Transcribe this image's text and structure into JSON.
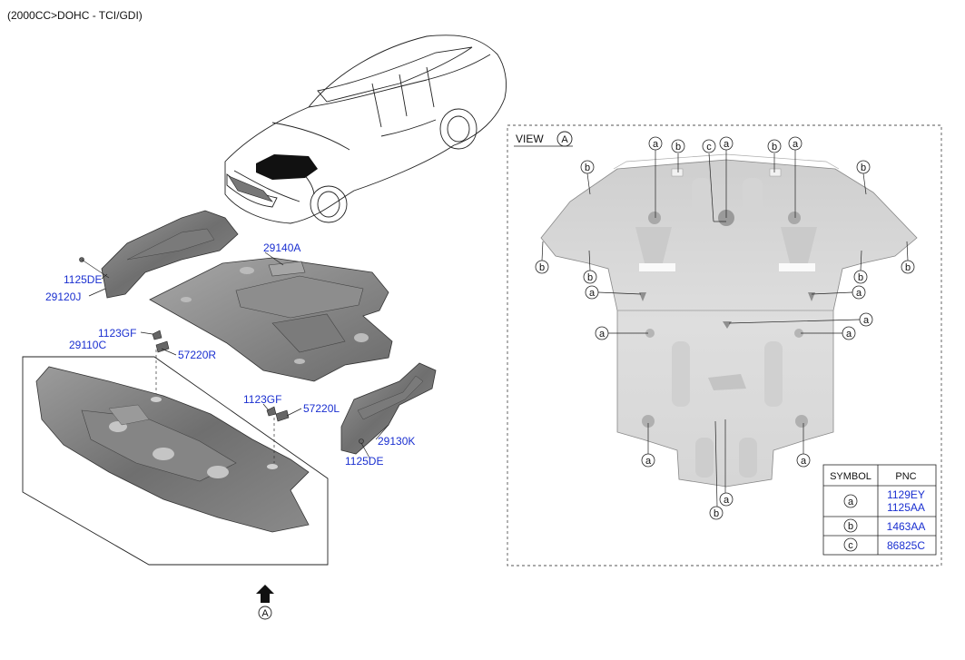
{
  "header": {
    "engine_spec": "(2000CC>DOHC - TCI/GDI)"
  },
  "part_labels": {
    "p29140A": "29140A",
    "p1125DE_top": "1125DE",
    "p29120J": "29120J",
    "p1123GF_top": "1123GF",
    "p29110C": "29110C",
    "p57220R": "57220R",
    "p1123GF_bottom": "1123GF",
    "p57220L": "57220L",
    "p29130K": "29130K",
    "p1125DE_bottom": "1125DE"
  },
  "view_marker": {
    "letter": "A"
  },
  "view_panel": {
    "title": "VIEW",
    "letter": "A"
  },
  "callouts": {
    "a": "a",
    "b": "b",
    "c": "c"
  },
  "symbol_table": {
    "headers": {
      "symbol": "SYMBOL",
      "pnc": "PNC"
    },
    "rows": [
      {
        "symbol": "a",
        "pnc": [
          "1129EY",
          "1125AA"
        ]
      },
      {
        "symbol": "b",
        "pnc": [
          "1463AA"
        ]
      },
      {
        "symbol": "c",
        "pnc": [
          "86825C"
        ]
      }
    ]
  }
}
